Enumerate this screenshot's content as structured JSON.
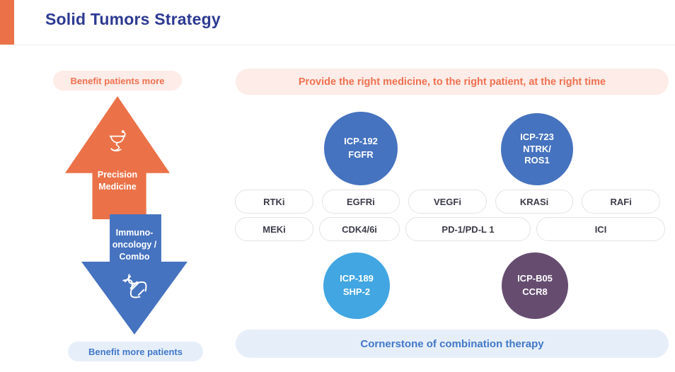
{
  "header": {
    "title": "Solid Tumors Strategy"
  },
  "left": {
    "top_pill": "Benefit patients more",
    "up_arrow": {
      "icon": "pharmacy-bowl-icon",
      "lines": [
        "Precision",
        "Medicine"
      ]
    },
    "down_arrow": {
      "icon": "dna-icon",
      "lines": [
        "Immuno-",
        "oncology /",
        "Combo"
      ]
    },
    "bottom_pill": "Benefit more patients"
  },
  "right": {
    "banner": "Provide the right medicine, to the right patient, at the right time",
    "programs": [
      {
        "color": "#4673BF",
        "lines": [
          "ICP-192",
          "FGFR"
        ]
      },
      {
        "color": "#4673BF",
        "lines": [
          "ICP-723",
          "NTRK/",
          "ROS1"
        ]
      },
      {
        "color": "#41A6E1",
        "lines": [
          "ICP-189",
          "SHP-2"
        ]
      },
      {
        "color": "#664D70",
        "lines": [
          "ICP-B05",
          "CCR8"
        ]
      }
    ],
    "pills": {
      "row1": [
        "RTKi",
        "EGFRi",
        "VEGFi",
        "KRASi",
        "RAFi"
      ],
      "row2": [
        "MEKi",
        "CDK4/6i",
        "PD-1/PD-L 1",
        "ICI"
      ]
    },
    "footer": "Cornerstone of combination therapy"
  },
  "colors": {
    "accent_orange": "#EB7248",
    "royal_blue": "#4673BF",
    "light_blue": "#41A6E1",
    "purple": "#664D70",
    "title_navy": "#2D3A92",
    "peach_bg": "#FDECE7",
    "light_blue_bg": "#E6EFF9",
    "orange_text": "#EF7150",
    "blue_text": "#4277C8",
    "pill_border": "#E3E3E3"
  }
}
